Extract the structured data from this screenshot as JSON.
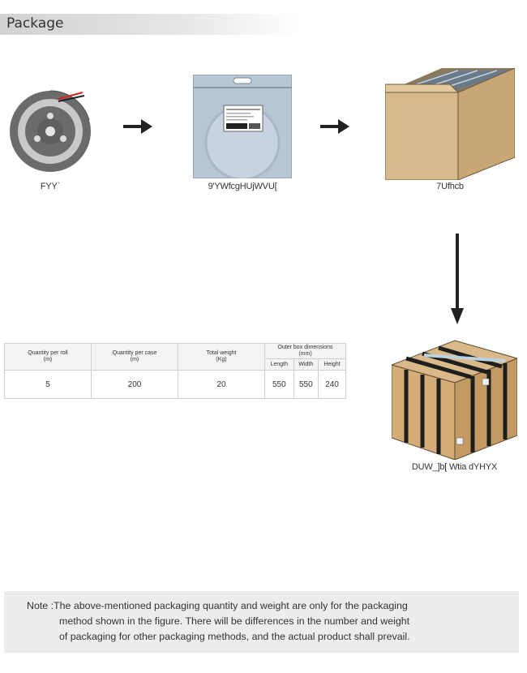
{
  "header": {
    "title": "Package"
  },
  "steps": [
    {
      "caption": "FYY`"
    },
    {
      "caption": "9'YWfcgHUjWVU["
    },
    {
      "caption": "7Ufhcb"
    },
    {
      "caption": "DUW_]b[ Wtia dYHYX"
    }
  ],
  "table": {
    "headers": [
      "Quantity per roll\n(m)",
      "Quantity per case\n(m)",
      "Total weight\n(Kg)",
      "Outer box dimensions\n(mm)"
    ],
    "subheaders": [
      "Length",
      "Width",
      "Height"
    ],
    "values": {
      "qty_roll": "5",
      "qty_case": "200",
      "weight": "20",
      "length": "550",
      "width": "550",
      "height": "240"
    }
  },
  "note": {
    "line1": "Note :The above-mentioned packaging quantity and weight are only for the packaging",
    "line2": "method shown in the figure. There will be differences in the number and weight",
    "line3": "of packaging for other packaging methods, and the actual product shall prevail."
  }
}
